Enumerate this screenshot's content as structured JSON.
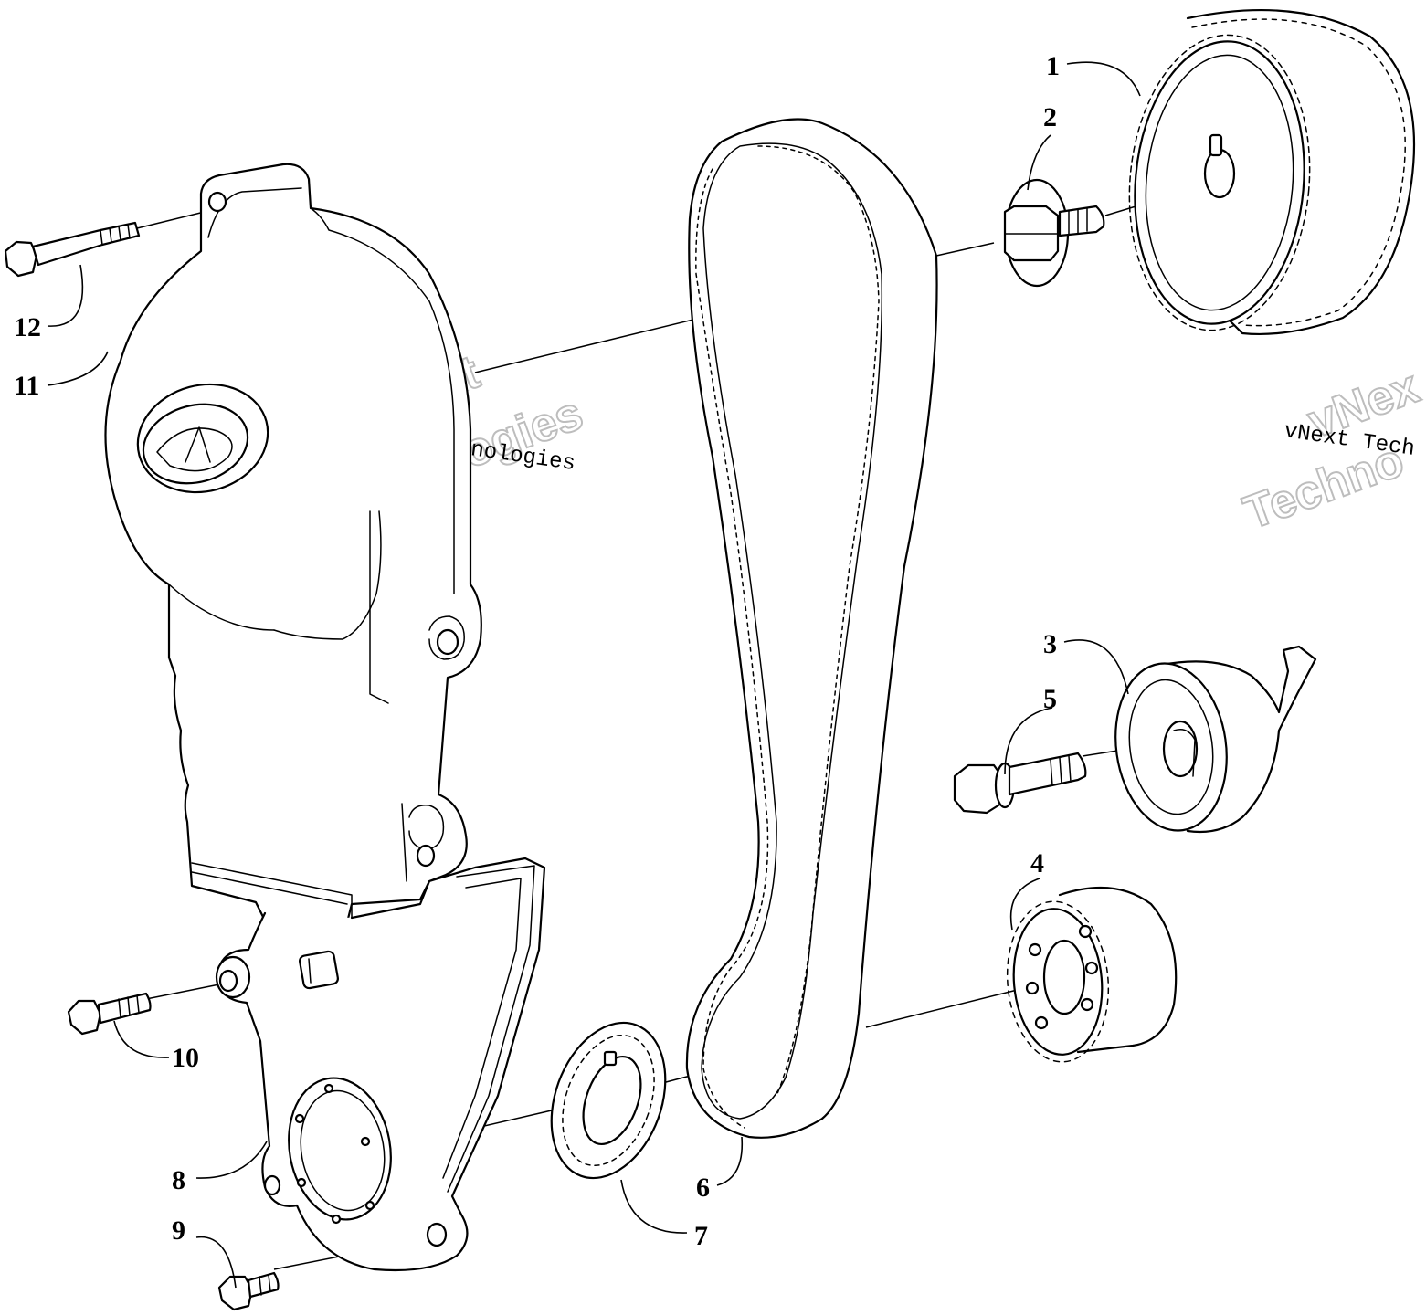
{
  "callouts": [
    {
      "id": "1",
      "label": "1"
    },
    {
      "id": "2",
      "label": "2"
    },
    {
      "id": "3",
      "label": "3"
    },
    {
      "id": "4",
      "label": "4"
    },
    {
      "id": "5",
      "label": "5"
    },
    {
      "id": "6",
      "label": "6"
    },
    {
      "id": "7",
      "label": "7"
    },
    {
      "id": "8",
      "label": "8"
    },
    {
      "id": "9",
      "label": "9"
    },
    {
      "id": "10",
      "label": "10"
    },
    {
      "id": "11",
      "label": "11"
    },
    {
      "id": "12",
      "label": "12"
    }
  ],
  "watermark": {
    "small_text": "vNext Technologies",
    "big_line1": "vNext",
    "big_line2": "Technologies",
    "right_small_text": "vNext Tech",
    "right_big_line1": "vNex",
    "right_big_line2": "Techno"
  },
  "colors": {
    "line": "#000000",
    "background": "#ffffff",
    "watermark_outline": "#bdbdbd"
  },
  "icons": [
    "brand-logo-icon"
  ]
}
